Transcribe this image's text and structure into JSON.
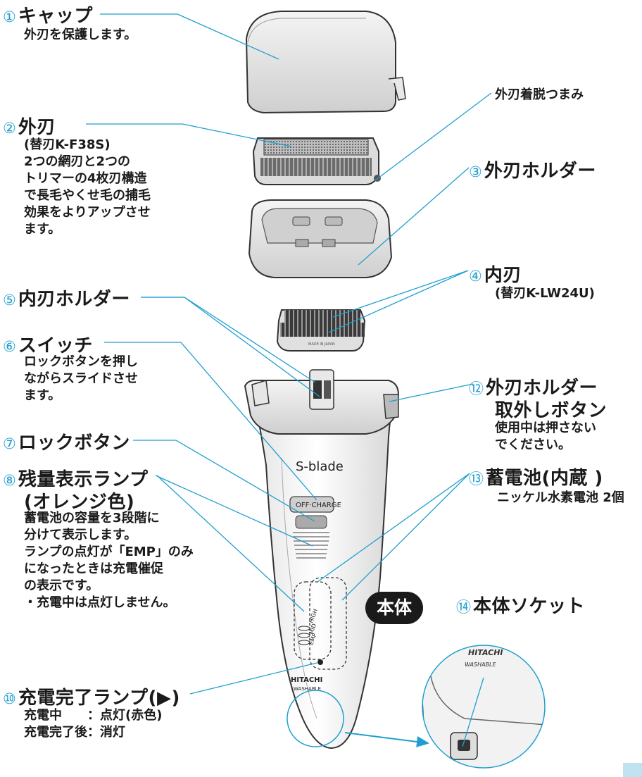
{
  "parts": {
    "cap": {
      "num": "①",
      "name": "キャップ",
      "desc": "外刃を保護します。"
    },
    "outer_blade": {
      "num": "②",
      "name": "外刃",
      "desc": [
        "(替刃K-F38S)",
        "2つの網刃と2つの",
        "トリマーの4枚刃構造",
        "で長毛やくせ毛の捕毛",
        "効果をよりアップさせ",
        "ます。"
      ]
    },
    "outer_blade_knob": {
      "name": "外刃着脱つまみ"
    },
    "outer_blade_holder": {
      "num": "③",
      "name": "外刃ホルダー"
    },
    "inner_blade": {
      "num": "④",
      "name": "内刃",
      "desc": "(替刃K-LW24U)"
    },
    "inner_blade_holder": {
      "num": "⑤",
      "name": "内刃ホルダー"
    },
    "switch": {
      "num": "⑥",
      "name": "スイッチ",
      "desc": [
        "ロックボタンを押し",
        "ながらスライドさせ",
        "ます。"
      ]
    },
    "lock_button": {
      "num": "⑦",
      "name": "ロックボタン"
    },
    "level_lamp": {
      "num": "⑧",
      "name": "残量表示ランプ",
      "name2": "(オレンジ色)",
      "desc": [
        "蓄電池の容量を3段階に",
        "分けて表示します。",
        "ランプの点灯が「EMP」のみ",
        "になったときは充電催促",
        "の表示です。",
        "・充電中は点灯しません。"
      ]
    },
    "charge_lamp": {
      "num": "⑩",
      "name": "充電完了ランプ(",
      "name_tail": ")",
      "desc": [
        "充電中　　：点灯(赤色)",
        "充電完了後：消灯"
      ]
    },
    "holder_release": {
      "num": "⑫",
      "name": "外刃ホルダー",
      "name2": "取外しボタン",
      "desc": [
        "使用中は押さない",
        "でください。"
      ]
    },
    "battery": {
      "num": "⑬",
      "name": "蓄電池(内蔵 )",
      "desc": "ニッケル水素電池 2個"
    },
    "socket": {
      "num": "⑭",
      "name": "本体ソケット"
    }
  },
  "body_badge": "本体",
  "device_text": {
    "brand": "S-blade",
    "switch_text": "OFF·CHARGE",
    "levels": [
      "HIGH",
      "MID",
      "EMP"
    ],
    "maker": "HITACHI",
    "washable": "WASHABLE",
    "maker_zoom": "HITACHI",
    "washable_zoom": "WASHABLE",
    "inner_blade_mark": "MADE IN JAPAN"
  },
  "colors": {
    "leader": "#1f9fcf",
    "text": "#1a1a1a",
    "badge": "#1a1a1a",
    "corner": "#bfe3f1"
  }
}
